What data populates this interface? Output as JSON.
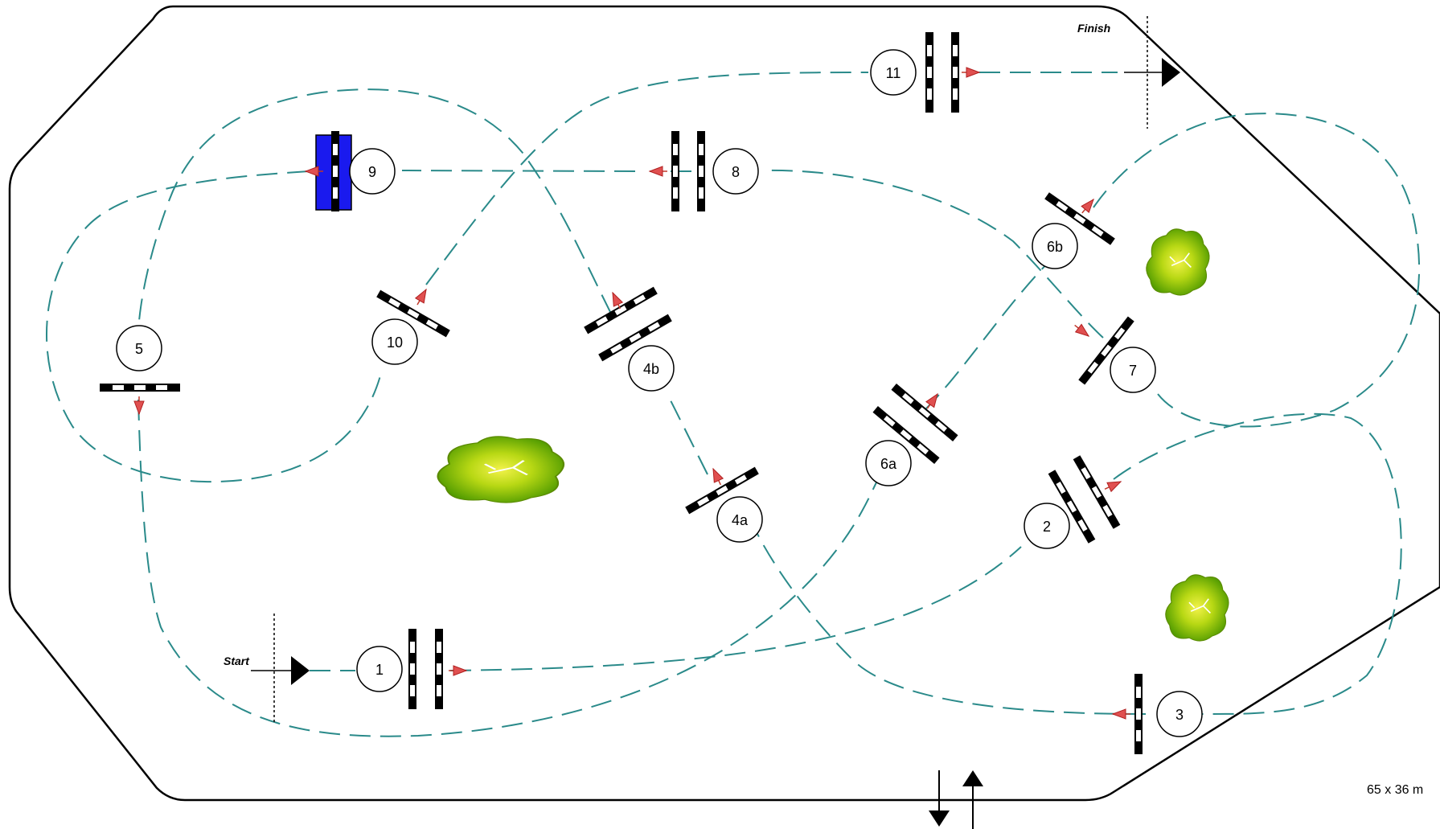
{
  "labels": {
    "start": "Start",
    "finish": "Finish",
    "arena_size": "65 x 36 m"
  },
  "obstacles": [
    {
      "id": "1",
      "kind": "oxer"
    },
    {
      "id": "2",
      "kind": "oxer"
    },
    {
      "id": "3",
      "kind": "vertical"
    },
    {
      "id": "4a",
      "kind": "vertical"
    },
    {
      "id": "4b",
      "kind": "oxer"
    },
    {
      "id": "5",
      "kind": "vertical"
    },
    {
      "id": "6a",
      "kind": "oxer"
    },
    {
      "id": "6b",
      "kind": "vertical"
    },
    {
      "id": "7",
      "kind": "vertical"
    },
    {
      "id": "8",
      "kind": "oxer"
    },
    {
      "id": "9",
      "kind": "water-vertical"
    },
    {
      "id": "10",
      "kind": "vertical"
    },
    {
      "id": "11",
      "kind": "oxer"
    }
  ],
  "colors": {
    "track": "#2a8a8a",
    "direction_arrow": "#e03030",
    "water": "#1a1aee",
    "border": "#000000"
  }
}
